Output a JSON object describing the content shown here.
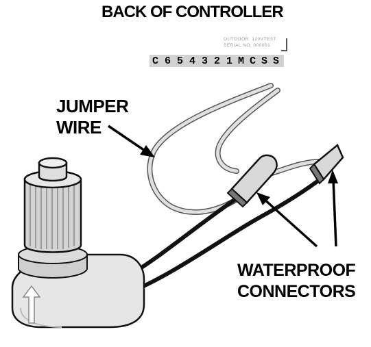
{
  "title": "BACK OF CONTROLLER",
  "controller_strip": {
    "terminals": [
      "C",
      "6",
      "5",
      "4",
      "3",
      "2",
      "1",
      "M",
      "C",
      "S",
      "S"
    ],
    "fine_print": [
      "OUTDOOR: 120VTEST",
      "SERIAL NO. 000001"
    ]
  },
  "labels": {
    "jumper_wire": [
      "JUMPER",
      "WIRE"
    ],
    "waterproof_connectors": [
      "WATERPROOF",
      "CONNECTORS"
    ]
  },
  "colors": {
    "ink": "#000000",
    "cable": "#1a1a1a",
    "jumper_wire": "#dcdcdc",
    "valve_body": "#e4e4e4",
    "strip": "#d2d2d2"
  }
}
